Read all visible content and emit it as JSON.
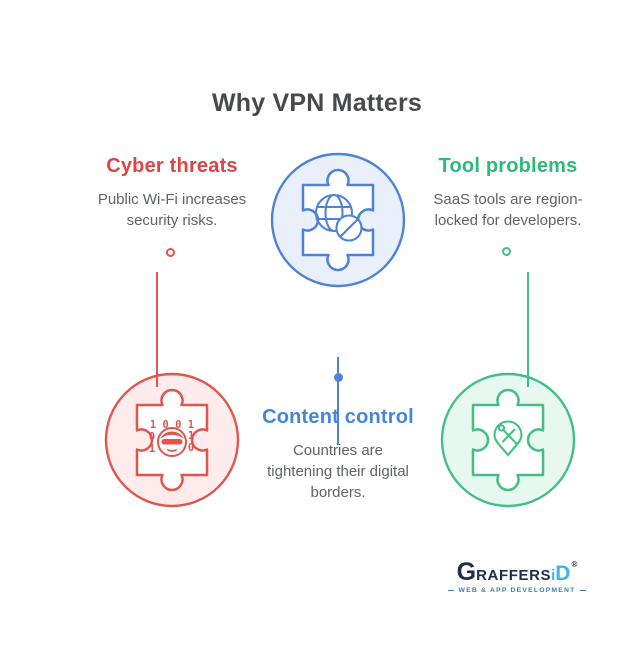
{
  "title": "Why VPN Matters",
  "sections": [
    {
      "id": "cyber-threats",
      "heading": "Cyber threats",
      "lines": [
        "Public Wi-Fi increases",
        "security risks."
      ],
      "accent_color": "#e04444"
    },
    {
      "id": "tool-problems",
      "heading": "Tool problems",
      "lines": [
        "SaaS tools are region-",
        "locked for developers."
      ],
      "accent_color": "#2eba7a"
    },
    {
      "id": "content-control",
      "heading": "Content control",
      "lines": [
        "Countries are",
        "tightening their digital",
        "borders."
      ],
      "accent_color": "#4486da"
    }
  ],
  "icons": [
    {
      "name": "puzzle-binary-hacker-icon",
      "stroke": "#e0564f",
      "circle_fill": "#fdeceb"
    },
    {
      "name": "puzzle-globe-ban-icon",
      "stroke": "#4e82d8",
      "circle_fill": "#e9f0fb"
    },
    {
      "name": "puzzle-pin-tools-icon",
      "stroke": "#43bf86",
      "circle_fill": "#e6f8ef"
    }
  ],
  "binary": {
    "row1": "1 0 0 1",
    "row2_left": "0",
    "row2_right": "1",
    "row3_left": "1",
    "row3_right": "0"
  },
  "logo": {
    "g": "G",
    "raffers": "RAFFERS",
    "i": "i",
    "d": "D",
    "registered": "®",
    "tagline": "WEB & APP DEVELOPMENT"
  },
  "colors": {
    "title": "#47494d",
    "body_text": "#5f6368",
    "red": "#e0564f",
    "green": "#43bf86",
    "blue": "#4e82d8",
    "logo_navy": "#1e2c4e",
    "logo_blue": "#41b4e5",
    "logo_tagline": "#3e7fa0"
  }
}
